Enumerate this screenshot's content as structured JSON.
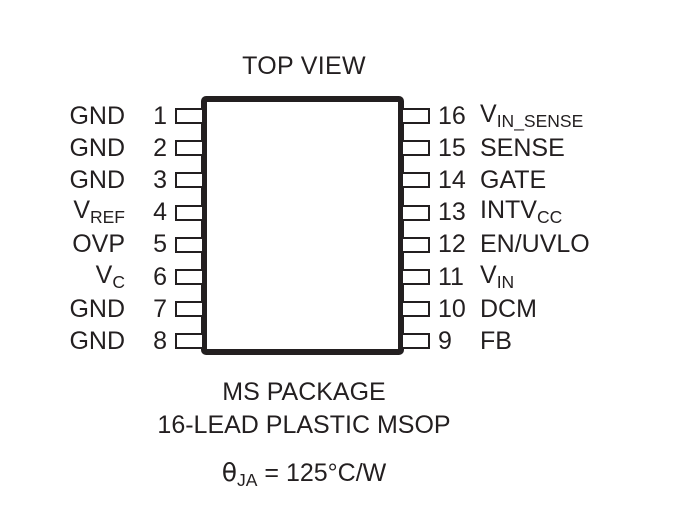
{
  "diagram": {
    "title": "TOP VIEW",
    "package_outline": {
      "shape": "rectangle",
      "fill_color": "#ffffff",
      "border_color": "#231f20"
    },
    "left_pins": [
      {
        "number": "1",
        "name": "GND",
        "sub": ""
      },
      {
        "number": "2",
        "name": "GND",
        "sub": ""
      },
      {
        "number": "3",
        "name": "GND",
        "sub": ""
      },
      {
        "number": "4",
        "name": "V",
        "sub": "REF"
      },
      {
        "number": "5",
        "name": "OVP",
        "sub": ""
      },
      {
        "number": "6",
        "name": "V",
        "sub": "C"
      },
      {
        "number": "7",
        "name": "GND",
        "sub": ""
      },
      {
        "number": "8",
        "name": "GND",
        "sub": ""
      }
    ],
    "right_pins": [
      {
        "number": "16",
        "name": "V",
        "sub": "IN_SENSE"
      },
      {
        "number": "15",
        "name": "SENSE",
        "sub": ""
      },
      {
        "number": "14",
        "name": "GATE",
        "sub": ""
      },
      {
        "number": "13",
        "name": "INTV",
        "sub": "CC"
      },
      {
        "number": "12",
        "name": "EN/UVLO",
        "sub": ""
      },
      {
        "number": "11",
        "name": "V",
        "sub": "IN"
      },
      {
        "number": "10",
        "name": "DCM",
        "sub": ""
      },
      {
        "number": "9",
        "name": "FB",
        "sub": ""
      }
    ],
    "caption": {
      "line1": "MS PACKAGE",
      "line2": "16-LEAD PLASTIC MSOP",
      "theta_symbol": "θ",
      "theta_subscript": "JA",
      "theta_value": " = 125°C/W"
    }
  }
}
